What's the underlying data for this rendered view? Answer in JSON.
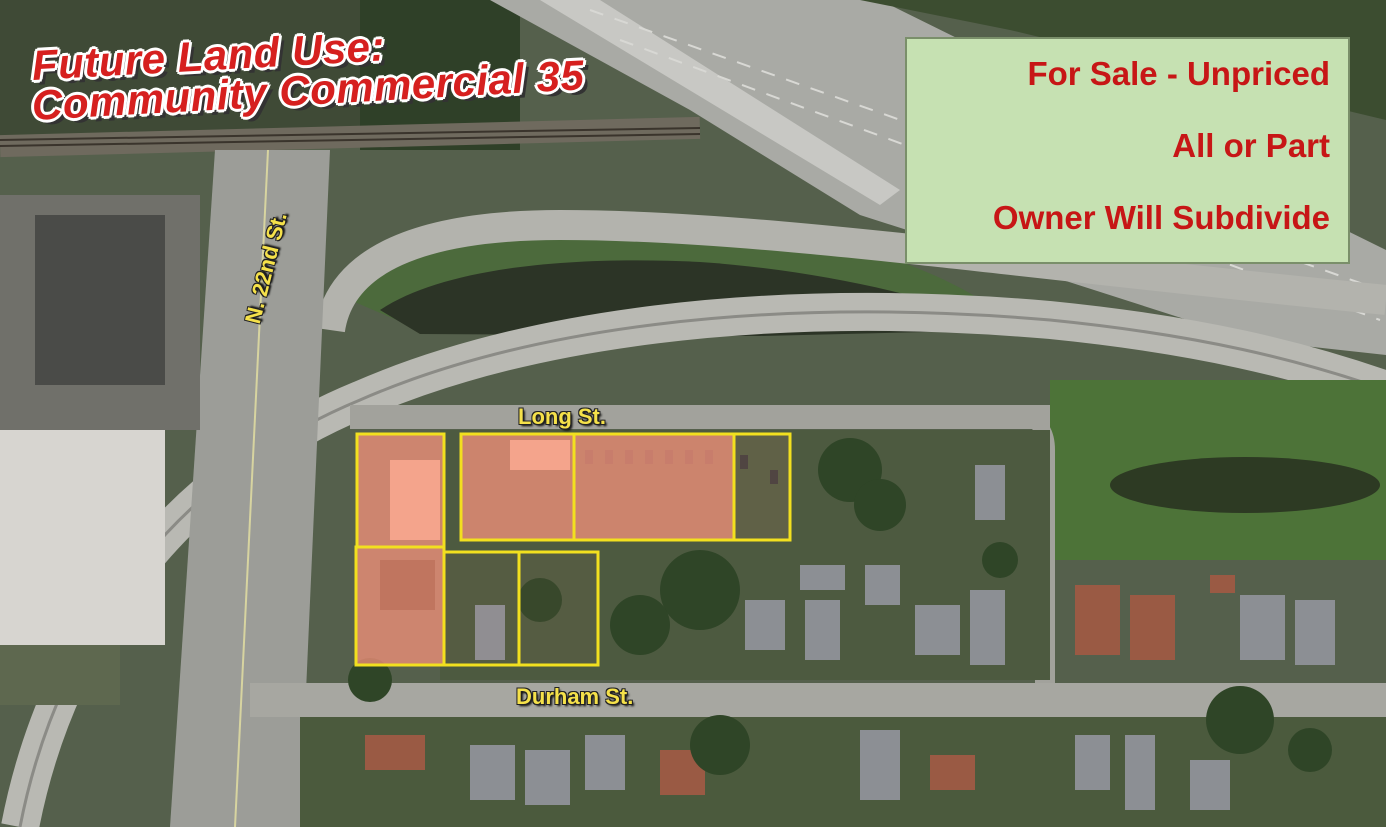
{
  "map": {
    "title_line_1": "Future Land Use:",
    "title_line_2": "Community Commercial 35",
    "streets": {
      "long": "Long St.",
      "durham": "Durham St.",
      "n22nd": "N. 22nd St."
    },
    "listing": {
      "line_1": "For Sale - Unpriced",
      "line_2": "All or Part",
      "line_3": "Owner Will Subdivide"
    },
    "parcel_outline_color": "#f2e01f",
    "parcel_fill_color": "#f0907a",
    "title_color": "#d6201f",
    "listing_text_color": "#c71616",
    "listing_box_color": "#c6e1b2",
    "street_label_color": "#f5e14a"
  }
}
